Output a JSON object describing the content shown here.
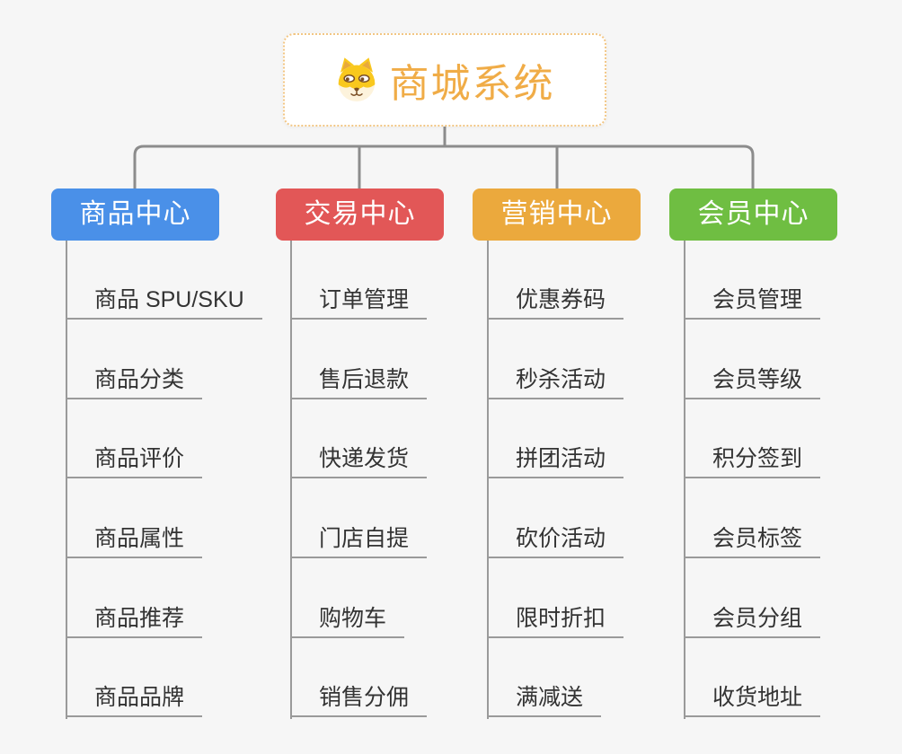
{
  "root": {
    "title": "商城系统",
    "icon": "dog-face-icon"
  },
  "branches": [
    {
      "label": "商品中心",
      "color": "#4A90E8",
      "items": [
        "商品 SPU/SKU",
        "商品分类",
        "商品评价",
        "商品属性",
        "商品推荐",
        "商品品牌"
      ]
    },
    {
      "label": "交易中心",
      "color": "#E25757",
      "items": [
        "订单管理",
        "售后退款",
        "快递发货",
        "门店自提",
        "购物车",
        "销售分佣"
      ]
    },
    {
      "label": "营销中心",
      "color": "#EBA93D",
      "items": [
        "优惠券码",
        "秒杀活动",
        "拼团活动",
        "砍价活动",
        "限时折扣",
        "满减送"
      ]
    },
    {
      "label": "会员中心",
      "color": "#6FBE42",
      "items": [
        "会员管理",
        "会员等级",
        "积分签到",
        "会员标签",
        "会员分组",
        "收货地址"
      ]
    }
  ],
  "colors": {
    "background": "#F6F6F6",
    "connector": "#8C8C8C",
    "sub_line": "#9A9A9A",
    "leaf_text": "#333333",
    "root_text": "#F0AC47",
    "root_border": "#F2C684",
    "dog_yellow": "#F9C81E",
    "dog_cream": "#FDF3DC",
    "dog_brown": "#7A4E24"
  }
}
